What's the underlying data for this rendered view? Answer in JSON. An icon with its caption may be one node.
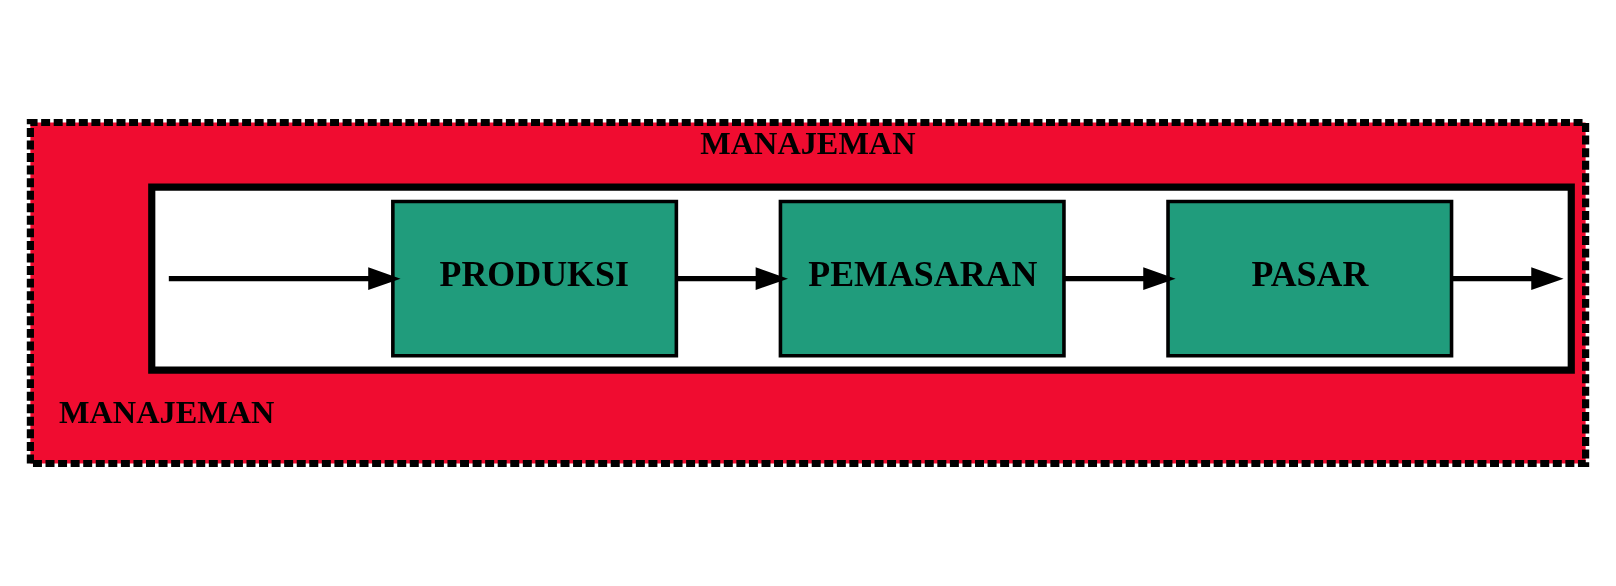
{
  "diagram": {
    "nodes": [
      {
        "text": [
          "MANAJEMAN",
          "MANAJEMAN"
        ]
      },
      {
        "text": [],
        "shape": "box",
        "in": 0
      },
      {
        "text": [
          "PRODUKSI"
        ],
        "in": 1
      },
      {
        "text": [
          "PEMASARAN"
        ],
        "in": 1
      },
      {
        "text": [
          "PASAR"
        ],
        "in": 1
      }
    ],
    "edges": [
      {
        "from": null,
        "to": 2,
        "arrow": "to"
      },
      {
        "from": 2,
        "to": 3,
        "arrow": "to"
      },
      {
        "from": 3,
        "to": 4,
        "arrow": "to"
      },
      {
        "from": 4,
        "to": null,
        "arrow": "to"
      }
    ]
  }
}
